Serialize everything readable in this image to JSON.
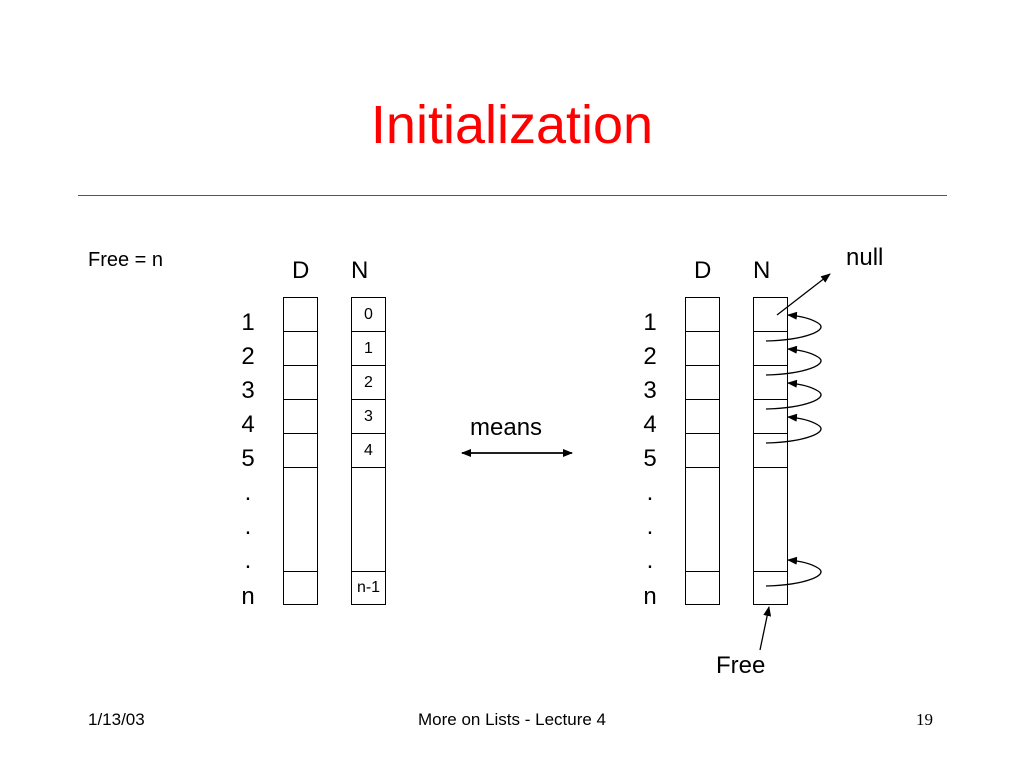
{
  "slide": {
    "title": "Initialization",
    "free_statement": "Free = n",
    "means_label": "means",
    "null_label": "null",
    "free_label": "Free"
  },
  "left_table": {
    "headers": {
      "d": "D",
      "n": "N"
    },
    "row_labels": [
      "1",
      "2",
      "3",
      "4",
      "5",
      ".",
      ".",
      ".",
      "n"
    ],
    "n_values": [
      "0",
      "1",
      "2",
      "3",
      "4",
      "n-1"
    ]
  },
  "right_table": {
    "headers": {
      "d": "D",
      "n": "N"
    },
    "row_labels": [
      "1",
      "2",
      "3",
      "4",
      "5",
      ".",
      ".",
      ".",
      "n"
    ]
  },
  "footer": {
    "date": "1/13/03",
    "title": "More on Lists - Lecture 4",
    "page": "19"
  }
}
